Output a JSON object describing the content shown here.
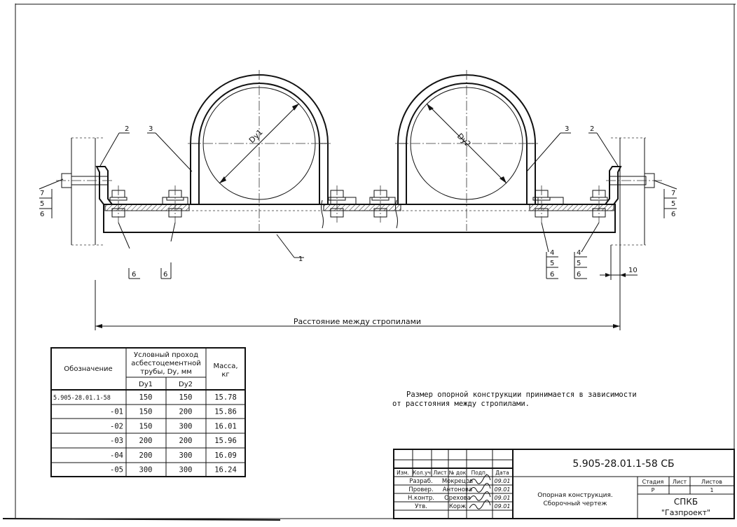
{
  "drawing": {
    "pipe_labels": [
      "Dy1",
      "Dy2"
    ],
    "callouts": {
      "left_7": "7",
      "left_5": "5",
      "left_6": "6",
      "right_7": "7",
      "right_5": "5",
      "right_6": "6",
      "top_left_2": "2",
      "top_left_3": "3",
      "top_right_3": "3",
      "top_right_2": "2",
      "bottom_left_6a": "6",
      "bottom_left_6b": "6",
      "part_1": "1",
      "right_4a": "4",
      "right_5a": "5",
      "right_6a": "6",
      "right_4b": "4",
      "right_5b": "5",
      "right_6b": "6"
    },
    "dim_10": "10",
    "span_label": "Расстояние между стропилами"
  },
  "spec_table": {
    "header_designation": "Обозначение",
    "header_pipe": [
      "Условный проход",
      "асбестоцементной",
      "трубы, Dy, мм"
    ],
    "header_mass": [
      "Масса,",
      "кг"
    ],
    "sub_dy1": "Dy1",
    "sub_dy2": "Dy2",
    "rows": [
      {
        "designation": "5.905-28.01.1-58",
        "dy1": "150",
        "dy2": "150",
        "mass": "15.78"
      },
      {
        "designation": "-01",
        "dy1": "150",
        "dy2": "200",
        "mass": "15.86"
      },
      {
        "designation": "-02",
        "dy1": "150",
        "dy2": "300",
        "mass": "16.01"
      },
      {
        "designation": "-03",
        "dy1": "200",
        "dy2": "200",
        "mass": "15.96"
      },
      {
        "designation": "-04",
        "dy1": "200",
        "dy2": "300",
        "mass": "16.09"
      },
      {
        "designation": "-05",
        "dy1": "300",
        "dy2": "300",
        "mass": "16.24"
      }
    ]
  },
  "note": [
    "Размер опорной конструкции принимается в зависимости",
    "от расстояния между стропилами."
  ],
  "title_block": {
    "doc_number": "5.905-28.01.1-58 СБ",
    "col_headers": [
      "Изм.",
      "Кол.уч",
      "Лист",
      "№ док",
      "Подп.",
      "Дата"
    ],
    "roles": [
      {
        "role": "Разраб.",
        "name": "Мокрецов",
        "date": "09.01"
      },
      {
        "role": "Провер.",
        "name": "Антонова",
        "date": "09.01"
      },
      {
        "role": "Н.контр.",
        "name": "Орехова",
        "date": "09.01"
      },
      {
        "role": "Утв.",
        "name": "Корж",
        "date": "09.01"
      }
    ],
    "title": [
      "Опорная конструкция.",
      "Сборочный чертеж"
    ],
    "stage_header": "Стадия",
    "sheet_header": "Лист",
    "sheets_header": "Листов",
    "stage": "Р",
    "sheets": "1",
    "org": [
      "СПКБ",
      "\"Газпроект\""
    ]
  }
}
